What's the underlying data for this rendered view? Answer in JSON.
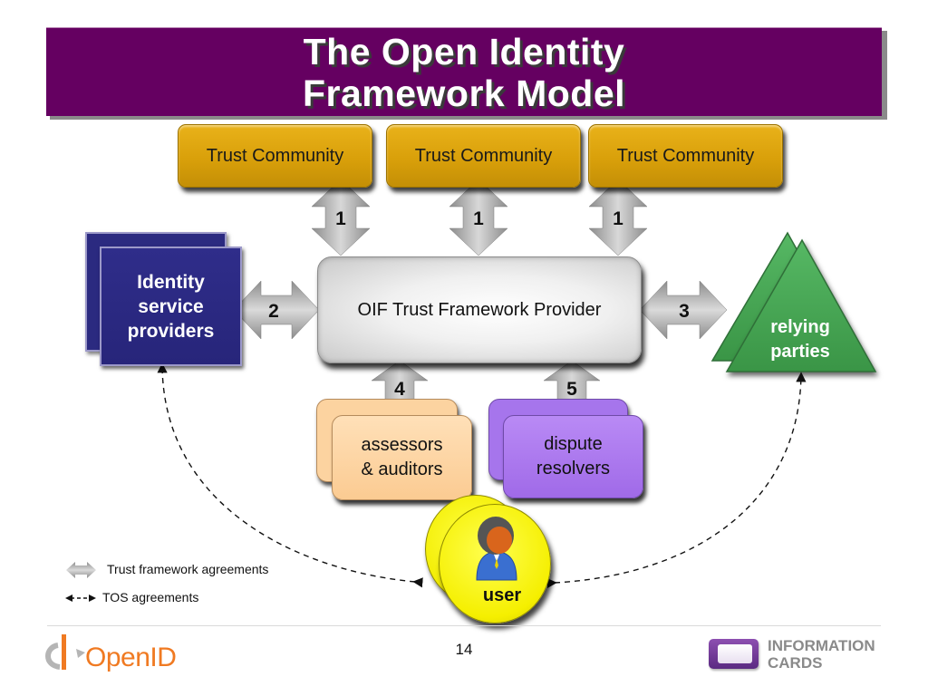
{
  "slide": {
    "title_lines": [
      "The Open Identity",
      "Framework Model"
    ],
    "page_number": "14"
  },
  "diagram": {
    "trust_communities": [
      {
        "label": "Trust Community"
      },
      {
        "label": "Trust Community"
      },
      {
        "label": "Trust Community"
      }
    ],
    "provider": {
      "label": "OIF Trust Framework Provider"
    },
    "identity_providers": {
      "lines": [
        "Identity",
        "service",
        "providers"
      ]
    },
    "relying_parties": {
      "lines": [
        "relying",
        "parties"
      ]
    },
    "assessors": {
      "lines": [
        "assessors",
        "& auditors"
      ]
    },
    "dispute_resolvers": {
      "lines": [
        "dispute",
        "resolvers"
      ]
    },
    "user": {
      "label": "user"
    },
    "agreement_numbers": {
      "community_1": "1",
      "community_2": "1",
      "community_3": "1",
      "identity_providers": "2",
      "relying_parties": "3",
      "assessors": "4",
      "dispute_resolvers": "5"
    },
    "colors": {
      "title_bg": "#650061",
      "trust_community": "#d9a00a",
      "identity_providers": "#2b2a80",
      "relying_parties": "#3f9c4a",
      "assessors": "#fcd3a0",
      "dispute_resolvers": "#a675ec",
      "user": "#f5ef00",
      "arrow_gray": "#b0b0b0"
    }
  },
  "legend": {
    "items": [
      {
        "icon": "gray-double-arrow-icon",
        "label": "Trust framework agreements"
      },
      {
        "icon": "dashed-double-arrow-icon",
        "label": "TOS agreements"
      }
    ]
  },
  "footer": {
    "left_logo_text": "OpenID",
    "right_logo_lines": [
      "INFORMATION",
      "CARDS"
    ]
  }
}
